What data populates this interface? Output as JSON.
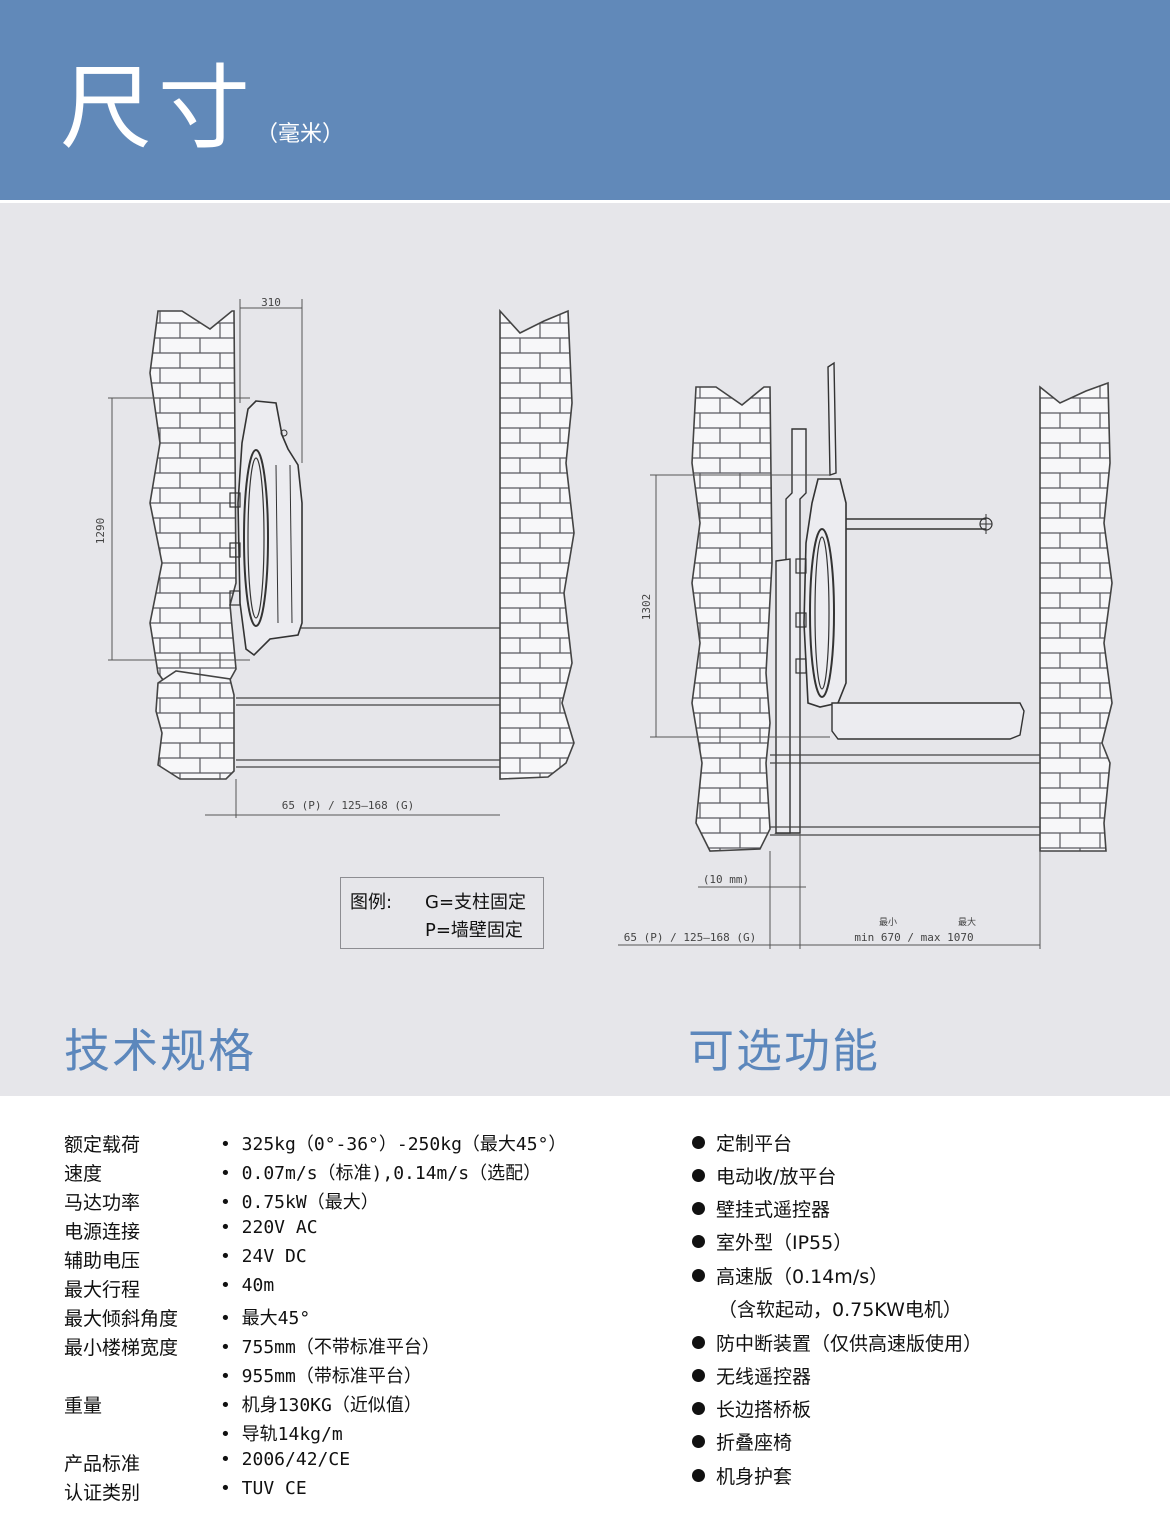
{
  "header": {
    "title": "尺寸",
    "unit": "（毫米）"
  },
  "colors": {
    "header_bg": "#6189b9",
    "drawing_bg": "#e6e6ea",
    "section_title": "#5c87bc"
  },
  "drawing": {
    "left": {
      "dim_top": "310",
      "dim_height": "1290",
      "dim_bottom": "65 (P) / 125–168 (G)"
    },
    "right": {
      "dim_height": "1302",
      "dim_gap": "(10 mm)",
      "dim_bottom": "65 (P) / 125–168 (G)",
      "dim_min_label": "最小",
      "dim_max_label": "最大",
      "dim_range": "min 670 / max 1070"
    },
    "legend": {
      "title": "图例:",
      "lines": [
        "G=支柱固定",
        "P=墙壁固定"
      ]
    }
  },
  "sections": {
    "specs_title": "技术规格",
    "options_title": "可选功能"
  },
  "specs": [
    {
      "label": "额定载荷",
      "value": "• 325kg（0°-36°）-250kg（最大45°）"
    },
    {
      "label": "速度",
      "value": "• 0.07m/s（标准),0.14m/s（选配）"
    },
    {
      "label": "马达功率",
      "value": "• 0.75kW（最大）"
    },
    {
      "label": "电源连接",
      "value": "• 220V AC"
    },
    {
      "label": "辅助电压",
      "value": "• 24V DC"
    },
    {
      "label": "最大行程",
      "value": "• 40m"
    },
    {
      "label": "最大倾斜角度",
      "value": "• 最大45°"
    },
    {
      "label": "最小楼梯宽度",
      "value": "• 755mm（不带标准平台）"
    },
    {
      "label": "",
      "value": "• 955mm（带标准平台）"
    },
    {
      "label": "重量",
      "value": "• 机身130KG（近似值）"
    },
    {
      "label": "",
      "value": "• 导轨14kg/m"
    },
    {
      "label": "产品标准",
      "value": "• 2006/42/CE"
    },
    {
      "label": "认证类别",
      "value": "• TUV CE"
    }
  ],
  "options": [
    {
      "text": "定制平台",
      "sub": ""
    },
    {
      "text": "电动收/放平台",
      "sub": ""
    },
    {
      "text": "壁挂式遥控器",
      "sub": ""
    },
    {
      "text": "室外型（IP55）",
      "sub": ""
    },
    {
      "text": "高速版（0.14m/s）",
      "sub": "（含软起动，0.75KW电机）"
    },
    {
      "text": "防中断装置（仅供高速版使用）",
      "sub": ""
    },
    {
      "text": "无线遥控器",
      "sub": ""
    },
    {
      "text": "长边搭桥板",
      "sub": ""
    },
    {
      "text": "折叠座椅",
      "sub": ""
    },
    {
      "text": "机身护套",
      "sub": ""
    }
  ]
}
